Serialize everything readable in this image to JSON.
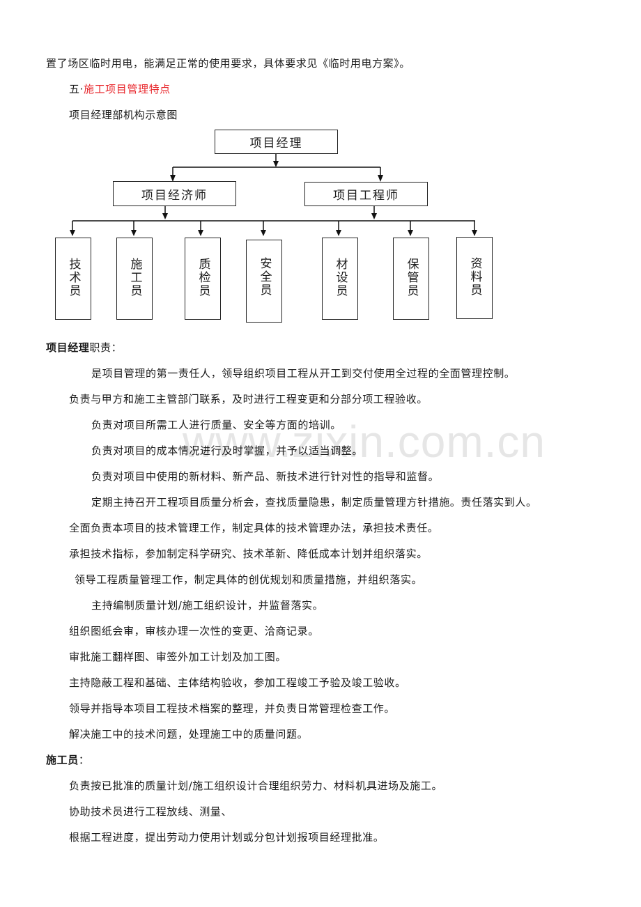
{
  "document": {
    "intro_line": "置了场区临时用电，能满足正常的使用要求，具体要求见《临时用电方案》。",
    "section_heading": {
      "number": "五·",
      "title": "施工项目管理特点"
    },
    "diagram_caption": "项目经理部机构示意图",
    "org_chart": {
      "root": "项目经理",
      "level2": [
        "项目经济师",
        "项目工程师"
      ],
      "level3": [
        "技术员",
        "施工员",
        "质检员",
        "安全员",
        "材设员",
        "保管员",
        "资料员"
      ]
    },
    "manager_section": {
      "heading_bold": "项目经理",
      "heading_rest": "职责：",
      "items": [
        "是项目管理的第一责任人，领导组织项目工程从开工到交付使用全过程的全面管理控制。",
        "负责与甲方和施工主管部门联系，及时进行工程变更和分部分项工程验收。",
        "负责对项目所需工人进行质量、安全等方面的培训。",
        "负责对项目的成本情况进行及时掌握，并予以适当调整。",
        "负责对项目中使用的新材料、新产品、新技术进行针对性的指导和监督。",
        "定期主持召开工程项目质量分析会，查找质量隐患，制定质量管理方针措施。责任落实到人。",
        "全面负责本项目的技术管理工作，制定具体的技术管理办法，承担技术责任。",
        "承担技术指标，参加制定科学研究、技术革新、降低成本计划并组织落实。",
        "领导工程质量管理工作，制定具体的创优规划和质量措施，并组织落实。",
        "主持编制质量计划/施工组织设计，并监督落实。",
        "组织图纸会审，审核办理一次性的变更、洽商记录。",
        "审批施工翻样图、审签外加工计划及加工图。",
        "主持隐蔽工程和基础、主体结构验收，参加工程竣工予验及竣工验收。",
        "领导并指导本项目工程技术档案的整理，并负责日常管理检查工作。",
        "解决施工中的技术问题，处理施工中的质量问题。"
      ]
    },
    "builder_section": {
      "heading": "施工员",
      "heading_suffix": "：",
      "items": [
        "负责按已批准的质量计划/施工组织设计合理组织劳力、材料机具进场及施工。",
        "协助技术员进行工程放线、测量、",
        "根据工程进度，提出劳动力使用计划或分包计划报项目经理批准。"
      ]
    },
    "watermark": "www.zixin.com.cn",
    "colors": {
      "heading_red": "#e8262b",
      "text": "#1a1a1a",
      "watermark": "#e6e6e6"
    }
  }
}
